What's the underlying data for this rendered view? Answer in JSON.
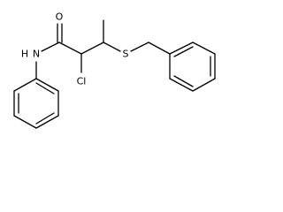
{
  "atoms": {
    "oxygen": "O",
    "amide_nitrogen": "N",
    "amide_hydrogen": "H",
    "chlorine": "Cl",
    "sulfur": "S"
  },
  "colors": {
    "bond": "#000000",
    "label": "#000000",
    "background": "#ffffff"
  }
}
